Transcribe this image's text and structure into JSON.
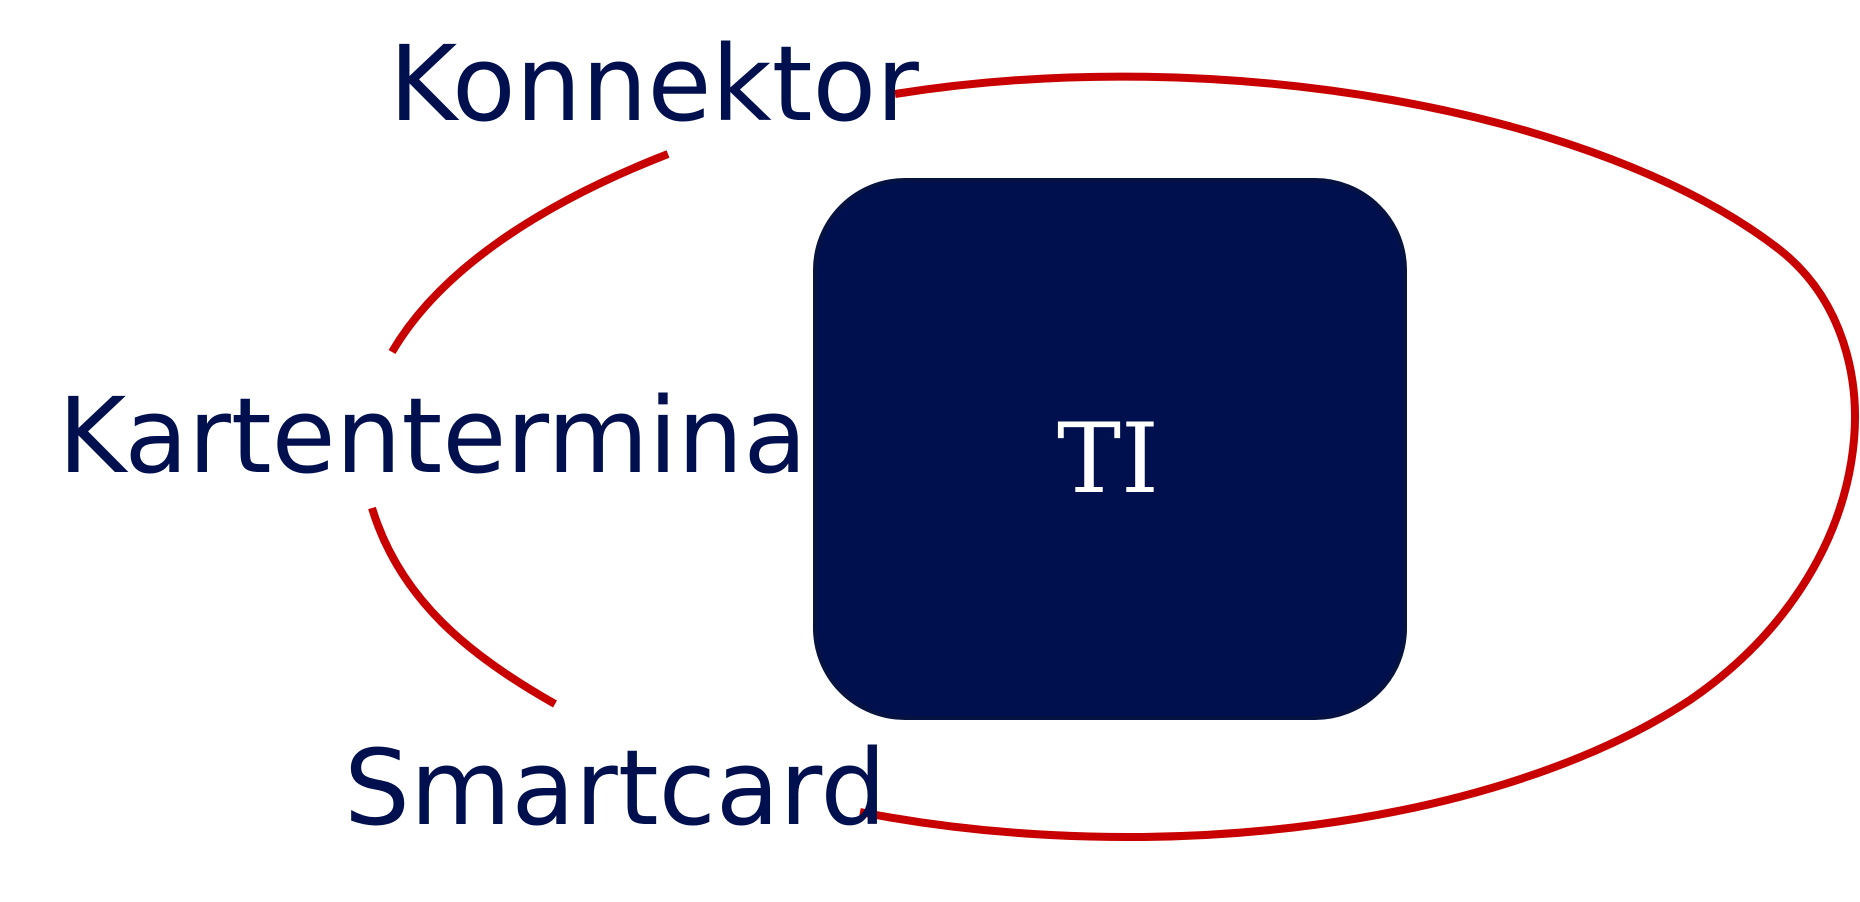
{
  "diagram": {
    "nodes": {
      "konnektor": "Konnektor",
      "kartenterminal": "Kartenterminal",
      "smartcard": "Smartcard",
      "center": "TI"
    },
    "colors": {
      "text": "#00104f",
      "box_fill": "#00104f",
      "box_text": "#ffffff",
      "cycle": "#c80000"
    }
  }
}
